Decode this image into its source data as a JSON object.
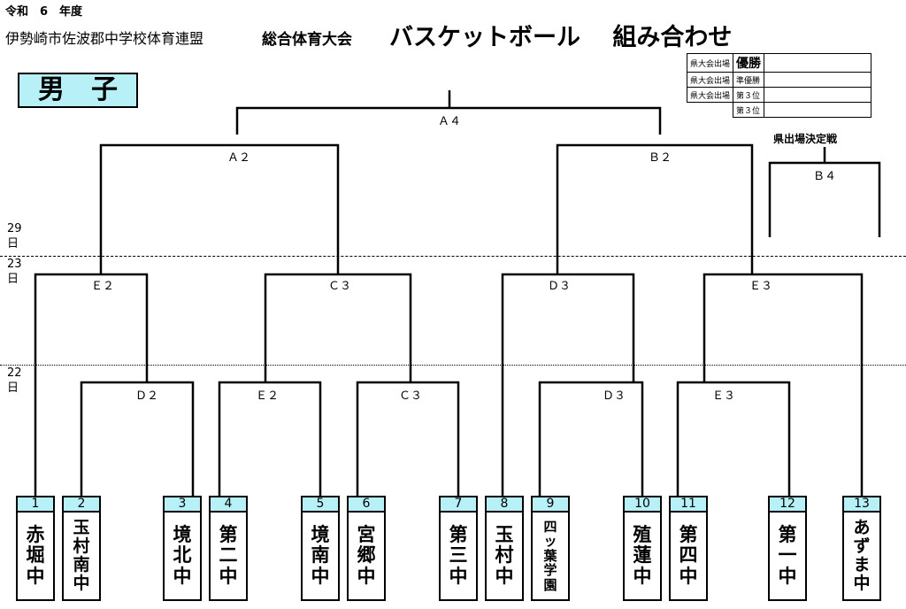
{
  "header": {
    "era": "令和　6　年度",
    "league": "伊勢崎市佐波郡中学校体育連盟",
    "event": "総合体育大会",
    "sport": "バスケットボール　 組み合わせ",
    "gender": "男　子"
  },
  "days": [
    {
      "num": "29",
      "unit": "日"
    },
    {
      "num": "23",
      "unit": "日"
    },
    {
      "num": "22",
      "unit": "日"
    }
  ],
  "results": {
    "qualifier_label": "県大会出場",
    "rows": [
      {
        "place": "優勝"
      },
      {
        "place": "準優勝"
      },
      {
        "place": "第３位"
      },
      {
        "place": "第３位"
      }
    ]
  },
  "final_match": {
    "title": "県出場決定戦",
    "code": "Ｂ４"
  },
  "matches": {
    "top": "Ａ４",
    "a2": "Ａ２",
    "b2": "Ｂ２",
    "r23": [
      "Ｅ２",
      "Ｃ３",
      "Ｄ３",
      "Ｅ３"
    ],
    "r22": [
      "Ｄ２",
      "Ｅ２",
      "Ｃ３",
      "Ｄ３",
      "Ｅ３"
    ]
  },
  "teams": [
    {
      "num": "1",
      "name": "赤堀中"
    },
    {
      "num": "2",
      "name": "玉村南中"
    },
    {
      "num": "3",
      "name": "境北中"
    },
    {
      "num": "4",
      "name": "第二中"
    },
    {
      "num": "5",
      "name": "境南中"
    },
    {
      "num": "6",
      "name": "宮郷中"
    },
    {
      "num": "7",
      "name": "第三中"
    },
    {
      "num": "8",
      "name": "玉村中"
    },
    {
      "num": "9",
      "name": "四ッ葉学園"
    },
    {
      "num": "10",
      "name": "殖蓮中"
    },
    {
      "num": "11",
      "name": "第四中"
    },
    {
      "num": "12",
      "name": "第一中"
    },
    {
      "num": "13",
      "name": "あずま中"
    }
  ]
}
